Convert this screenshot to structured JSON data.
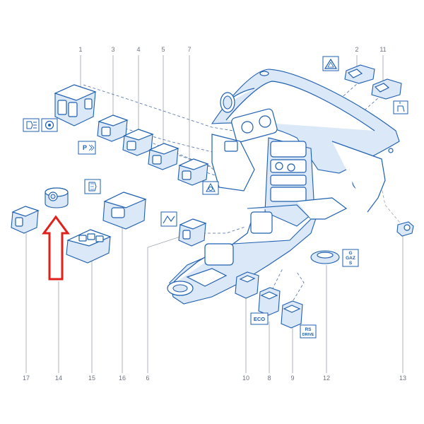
{
  "callouts": [
    {
      "id": "c1",
      "label": "1"
    },
    {
      "id": "c3",
      "label": "3"
    },
    {
      "id": "c4",
      "label": "4"
    },
    {
      "id": "c5",
      "label": "5"
    },
    {
      "id": "c7",
      "label": "7"
    },
    {
      "id": "c2",
      "label": "2"
    },
    {
      "id": "c11",
      "label": "11"
    },
    {
      "id": "c17",
      "label": "17"
    },
    {
      "id": "c14",
      "label": "14"
    },
    {
      "id": "c15",
      "label": "15"
    },
    {
      "id": "c16",
      "label": "16"
    },
    {
      "id": "c6",
      "label": "6"
    },
    {
      "id": "c10",
      "label": "10"
    },
    {
      "id": "c8",
      "label": "8"
    },
    {
      "id": "c9",
      "label": "9"
    },
    {
      "id": "c12",
      "label": "12"
    },
    {
      "id": "c13",
      "label": "13"
    }
  ],
  "icon_labels": {
    "eco": "ECO",
    "rs_drive_line1": "RS",
    "rs_drive_line2": "DRIVE",
    "gazs_line1": "G",
    "gazs_line2": "GAZ",
    "gazs_line3": "S",
    "park_assist": "P"
  },
  "colors": {
    "line": "#1d5fb0",
    "fill": "#dbe8f7",
    "callout_text": "#6b7280",
    "arrow": "#e0201b"
  }
}
